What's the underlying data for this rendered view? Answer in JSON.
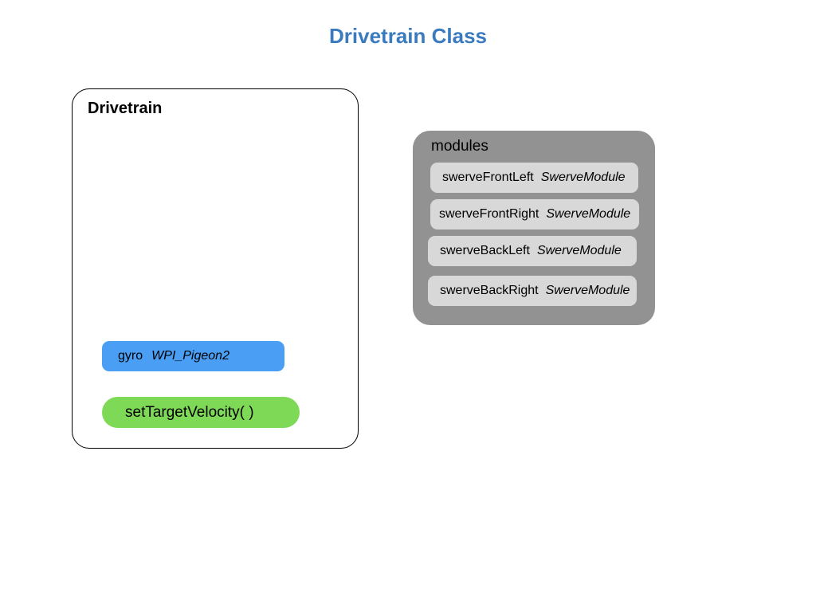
{
  "title": "Drivetrain Class",
  "drivetrain": {
    "label": "Drivetrain",
    "gyro": {
      "name": "gyro",
      "type": "WPI_Pigeon2"
    },
    "method": "setTargetVelocity( )"
  },
  "modules": {
    "label": "modules",
    "items": [
      {
        "name": "swerveFrontLeft",
        "type": "SwerveModule"
      },
      {
        "name": "swerveFrontRight",
        "type": "SwerveModule"
      },
      {
        "name": "swerveBackLeft",
        "type": "SwerveModule"
      },
      {
        "name": "swerveBackRight",
        "type": "SwerveModule"
      }
    ]
  },
  "colors": {
    "title": "#3a7abf",
    "gyro_fill": "#4a9ff5",
    "method_fill": "#7ed957",
    "modules_fill": "#929292",
    "module_item_fill": "#d8d8d8"
  }
}
